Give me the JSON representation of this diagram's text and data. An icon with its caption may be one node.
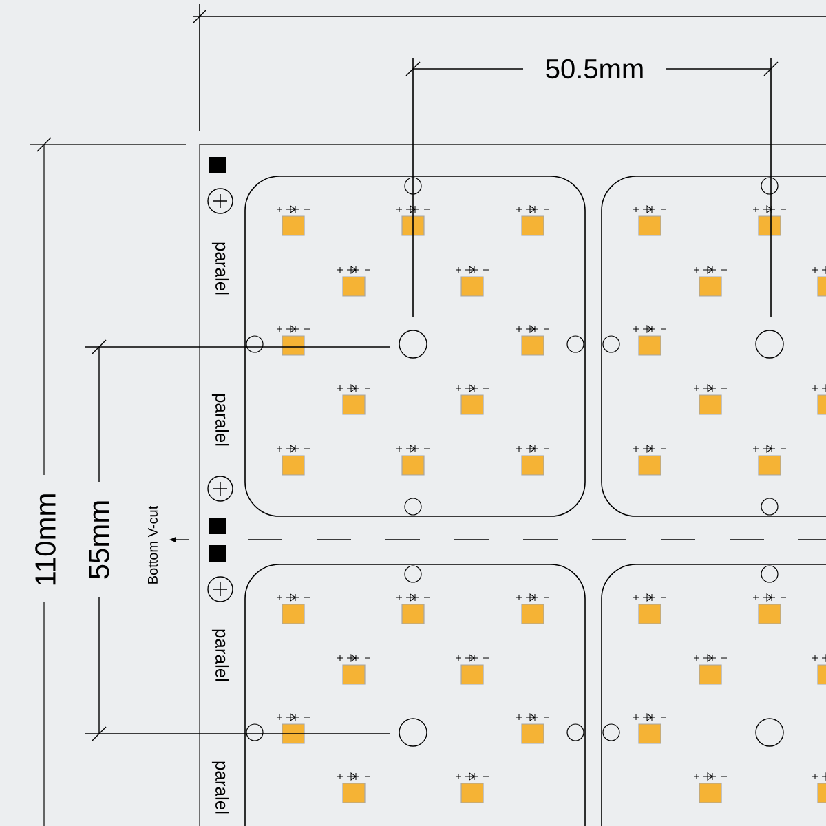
{
  "diagram": {
    "labels": [
      "50.5mm",
      "paralel",
      "paralel",
      "110mm",
      "55mm",
      "Bottom V-cut",
      "paralel",
      "paralel"
    ]
  }
}
